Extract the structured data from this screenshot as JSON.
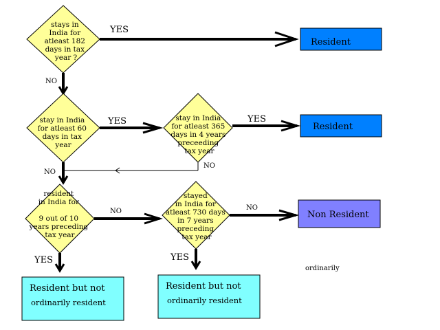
{
  "diagram": {
    "decisions": {
      "d1": [
        "stays in",
        "India for",
        "atleast 182",
        "days in tax",
        "year ?"
      ],
      "d2": [
        "stay   in India",
        "for atleast 60",
        "days in tax",
        "year"
      ],
      "d3": [
        "stay   in India",
        "for atleast 365",
        "days in 4 years",
        "preceeding",
        "tax year"
      ],
      "d4": [
        "resident",
        "in India for",
        "9 out of 10",
        "years preceding",
        "tax year"
      ],
      "d5": [
        "stayed",
        "in India for",
        "atleast 730 days",
        "in 7 years",
        "preceding",
        "tax year"
      ]
    },
    "outcomes": {
      "resident_1": "Resident",
      "resident_2": "Resident",
      "non_resident": "Non Resident",
      "rnor_1": [
        "Resident but not",
        "ordinarily resident"
      ],
      "rnor_2": [
        "Resident but not",
        "ordinarily resident"
      ]
    },
    "labels": {
      "yes_d1": "YES",
      "no_d1": "NO",
      "yes_d2": "YES",
      "yes_d3": "YES",
      "no_d3": "NO",
      "no_d2": "NO",
      "no_d4": "NO",
      "no_d5": "NO",
      "yes_d4": "YES",
      "yes_d5": "YES"
    },
    "stray_text": "ordinarily",
    "colors": {
      "diamond": "#ffff99",
      "resident_box": "#0080ff",
      "non_resident_box": "#8080ff",
      "rnor_box": "#80ffff",
      "line": "#000000"
    }
  }
}
